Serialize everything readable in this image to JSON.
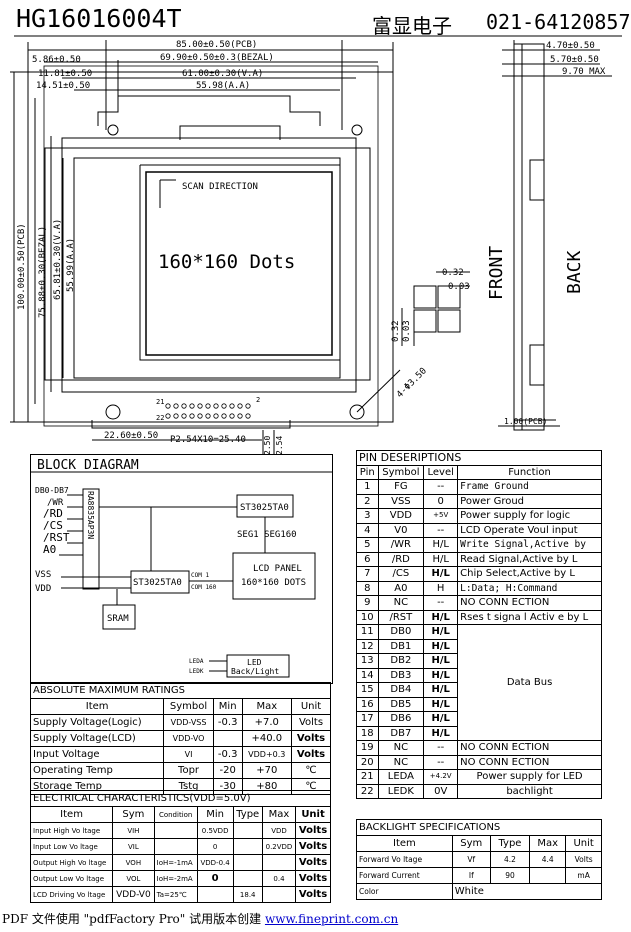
{
  "header": {
    "model": "HG16016004T",
    "company": "富显电子",
    "phone": "021-64120857"
  },
  "drawing": {
    "dims_top": [
      "85.00±0.50(PCB)",
      "69.90±0.50±0.3(BEZAL)",
      "61.00±0.30(V.A)",
      "55.98(A.A)",
      "5.86±0.50",
      "11.81±0.50",
      "14.51±0.50"
    ],
    "dims_right_top": [
      "4.70±0.50",
      "5.70±0.50",
      "9.70 MAX"
    ],
    "dims_left": [
      "100.00±0.50(PCB)",
      "75.88±0.30(BEZAL)",
      "65.81±0.30(V.A)",
      "55.99(A.A)"
    ],
    "scan_direction": "SCAN DIRECTION",
    "dots": "160*160 Dots",
    "front": "FRONT",
    "back": "BACK",
    "pixel_dims": [
      "0.32",
      "0.03",
      "0.32",
      "0.03"
    ],
    "hole": "4-Φ3.50",
    "pcb_right": "1.00(PCB)",
    "pin_labels": [
      "21",
      "22",
      "2"
    ],
    "bottom_dims": [
      "22.60±0.50",
      "P2.54X10=25.40",
      "2.50",
      "2.54"
    ]
  },
  "block_diagram": {
    "title": "BLOCK DIAGRAM",
    "inputs": [
      "DB0-DB7",
      "/WR",
      "/RD",
      "/CS",
      "/RST",
      "A0"
    ],
    "chip1": "RA8835AP3N",
    "chip2": "ST3025TA0",
    "chip3": "ST3025TA0",
    "seg": "SEG1 SEG160",
    "com": [
      "COM 1",
      "COM 160"
    ],
    "lcd_panel": [
      "LCD PANEL",
      "160*160 DOTS"
    ],
    "power": [
      "VSS",
      "VDD"
    ],
    "sram": "SRAM",
    "led": [
      "LEDA",
      "LEDK",
      "LED",
      "Back/Light"
    ]
  },
  "pin_desc": {
    "title": "PIN DESERIPTIONS",
    "headers": [
      "Pin",
      "Symbol",
      "Level",
      "Function"
    ],
    "rows": [
      [
        "1",
        "FG",
        "--",
        "Frame Ground"
      ],
      [
        "2",
        "VSS",
        "0",
        "Power Groud"
      ],
      [
        "3",
        "VDD",
        "+5V",
        "Power supply for logic"
      ],
      [
        "4",
        "V0",
        "--",
        "LCD Operate Voul input"
      ],
      [
        "5",
        "/WR",
        "H/L",
        "Write Signal,Active by"
      ],
      [
        "6",
        "/RD",
        "H/L",
        "Read Signal,Active by L"
      ],
      [
        "7",
        "/CS",
        "H/L",
        "Chip Select,Active by L"
      ],
      [
        "8",
        "A0",
        "H",
        "L:Data; H:Command"
      ],
      [
        "9",
        "NC",
        "--",
        "NO CONN ECTION"
      ],
      [
        "10",
        "/RST",
        "H/L",
        "Rses t signa l Activ e by L"
      ],
      [
        "11",
        "DB0",
        "H/L",
        ""
      ],
      [
        "12",
        "DB1",
        "H/L",
        ""
      ],
      [
        "13",
        "DB2",
        "H/L",
        ""
      ],
      [
        "14",
        "DB3",
        "H/L",
        "Data Bus"
      ],
      [
        "15",
        "DB4",
        "H/L",
        ""
      ],
      [
        "16",
        "DB5",
        "H/L",
        ""
      ],
      [
        "17",
        "DB6",
        "H/L",
        ""
      ],
      [
        "18",
        "DB7",
        "H/L",
        ""
      ],
      [
        "19",
        "NC",
        "--",
        "NO CONN ECTION"
      ],
      [
        "20",
        "NC",
        "--",
        "NO CONN ECTION"
      ],
      [
        "21",
        "LEDA",
        "+4.2V",
        "Power supply for LED"
      ],
      [
        "22",
        "LEDK",
        "0V",
        "bachlight"
      ]
    ]
  },
  "backlight": {
    "title": "BACKLIGHT SPECIFICATIONS",
    "headers": [
      "Item",
      "Sym",
      "Type",
      "Max",
      "Unit"
    ],
    "rows": [
      [
        "Forward Vo ltage",
        "Vf",
        "4.2",
        "4.4",
        "Volts"
      ],
      [
        "Forward Current",
        "If",
        "90",
        "",
        "mA"
      ],
      [
        "Color",
        "White",
        "",
        "",
        ""
      ]
    ]
  },
  "abs_max": {
    "title": "ABSOLUTE MAXIMUM RATINGS",
    "headers": [
      "Item",
      "Symbol",
      "Min",
      "Max",
      "Unit"
    ],
    "rows": [
      [
        "Supply Voltage(Logic)",
        "VDD-VSS",
        "-0.3",
        "+7.0",
        "Volts"
      ],
      [
        "Supply Voltage(LCD)",
        "VDD-VO",
        "",
        "+40.0",
        "Volts"
      ],
      [
        "Input Voltage",
        "VI",
        "-0.3",
        "VDD+0.3",
        "Volts"
      ],
      [
        "Operating Temp",
        "Topr",
        "-20",
        "+70",
        "℃"
      ],
      [
        "Storage Temp",
        "Tstg",
        "-30",
        "+80",
        "℃"
      ]
    ]
  },
  "elec": {
    "title": "ELECTRICAL CHARACTERISTICS(VDD=5.0V)",
    "headers": [
      "Item",
      "Sym",
      "Condition",
      "Min",
      "Type",
      "Max",
      "Unit"
    ],
    "rows": [
      [
        "Input High Vo ltage",
        "VIH",
        "",
        "0.5VDD",
        "",
        "VDD",
        "Volts"
      ],
      [
        "Input Low Vo ltage",
        "VIL",
        "",
        "0",
        "",
        "0.2VDD",
        "Volts"
      ],
      [
        "Output High Vo ltage",
        "VOH",
        "IoH=-1mA",
        "VDD-0.4",
        "",
        "",
        "Volts"
      ],
      [
        "Output Low Vo ltage",
        "VOL",
        "IoH=-2mA",
        "0",
        "",
        "0.4",
        "Volts"
      ],
      [
        "LCD Driving Vo ltage",
        "VDD-V0",
        "Ta=25℃",
        "",
        "18.4",
        "",
        "Volts"
      ]
    ]
  },
  "footer": {
    "text": "PDF 文件使用 \"pdfFactory Pro\" 试用版本创建",
    "link": "www.fineprint.com.cn"
  }
}
